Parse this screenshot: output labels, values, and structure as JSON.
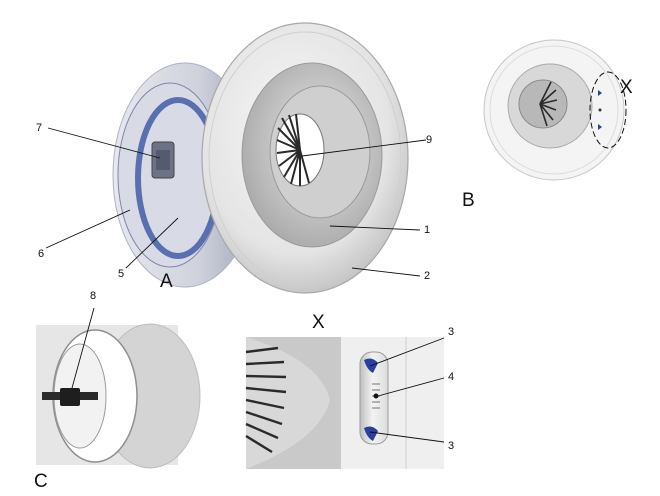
{
  "views": {
    "a": {
      "label": "A"
    },
    "b": {
      "label": "B",
      "detail_marker": "X"
    },
    "c": {
      "label": "C"
    },
    "x": {
      "label": "X"
    }
  },
  "callouts": {
    "c1": "1",
    "c2": "2",
    "c3_top": "3",
    "c3_bottom": "3",
    "c4": "4",
    "c5": "5",
    "c6": "6",
    "c7": "7",
    "c8": "8",
    "c9": "9"
  },
  "colors": {
    "metal_light": "#f2f2f2",
    "metal_mid": "#d9d9d9",
    "metal_dark": "#9a9a9a",
    "seal_blue": "#5a6fb0",
    "clip_blue": "#2b3f9e",
    "vane_dark": "#2a2a2a"
  }
}
